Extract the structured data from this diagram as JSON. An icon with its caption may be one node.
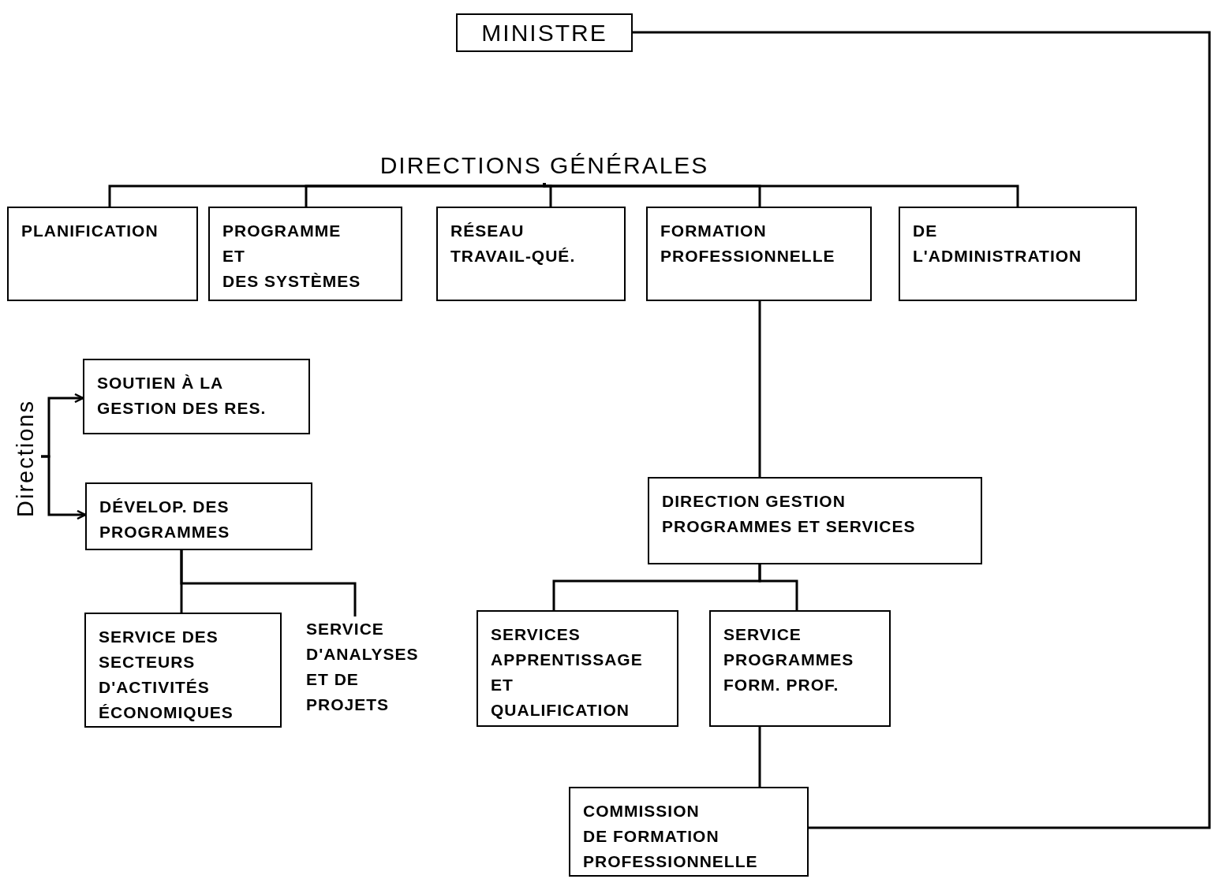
{
  "diagram": {
    "nodes": [
      {
        "text": [
          "MINISTRE"
        ]
      },
      {
        "text": [
          "DIRECTIONS GÉNÉRALES"
        ]
      },
      {
        "text": [
          "PLANIFICATION"
        ]
      },
      {
        "text": [
          "PROGRAMME ET DES SYSTÈMES"
        ]
      },
      {
        "text": [
          "RÉSEAU TRAVAIL-QUÉ."
        ]
      },
      {
        "text": [
          "FORMATION PROFESSIONNELLE"
        ]
      },
      {
        "text": [
          "DE L'ADMINISTRATION"
        ]
      },
      {
        "text": [
          "Directions"
        ]
      },
      {
        "text": [
          "SOUTIEN À LA GESTION DES RES."
        ]
      },
      {
        "text": [
          "DÉVELOP. DES PROGRAMMES"
        ]
      },
      {
        "text": [
          "SERVICE DES SECTEURS D'ACTIVITÉS ÉCONOMIQUES"
        ]
      },
      {
        "text": [
          "SERVICE D'ANALYSES ET DE PROJETS"
        ]
      },
      {
        "text": [
          "DIRECTION GESTION PROGRAMMES ET SERVICES"
        ]
      },
      {
        "text": [
          "SERVICES APPRENTISSAGE ET QUALIFICATION"
        ]
      },
      {
        "text": [
          "SERVICE PROGRAMMES FORM. PROF."
        ]
      },
      {
        "text": [
          "COMMISSION DE FORMATION PROFESSIONNELLE"
        ]
      }
    ],
    "edges": [
      {
        "from": 0,
        "to": 15,
        "arrow": "none"
      },
      {
        "from": 1,
        "to": 2,
        "arrow": "none"
      },
      {
        "from": 1,
        "to": 3,
        "arrow": "none"
      },
      {
        "from": 1,
        "to": 4,
        "arrow": "none"
      },
      {
        "from": 1,
        "to": 5,
        "arrow": "none"
      },
      {
        "from": 1,
        "to": 6,
        "arrow": "none"
      },
      {
        "from": 7,
        "to": 8,
        "arrow": "to"
      },
      {
        "from": 7,
        "to": 9,
        "arrow": "to"
      },
      {
        "from": 9,
        "to": 10,
        "arrow": "none"
      },
      {
        "from": 9,
        "to": 11,
        "arrow": "none"
      },
      {
        "from": 5,
        "to": 12,
        "arrow": "none"
      },
      {
        "from": 12,
        "to": 13,
        "arrow": "none"
      },
      {
        "from": 12,
        "to": 14,
        "arrow": "none"
      },
      {
        "from": 14,
        "to": 15,
        "arrow": "none"
      }
    ]
  }
}
